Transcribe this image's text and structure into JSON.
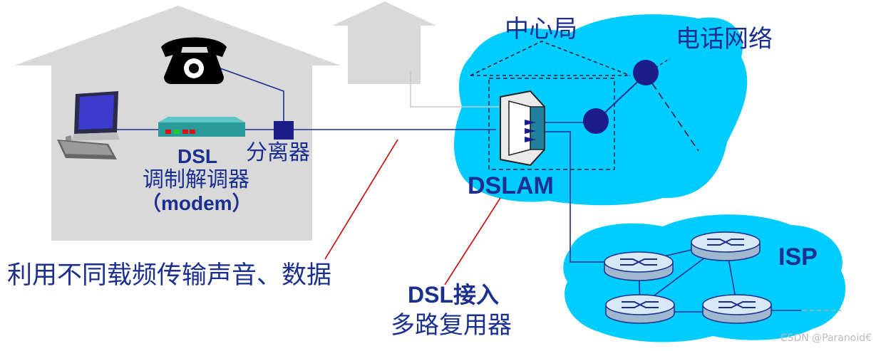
{
  "labels": {
    "central_office": "中心局",
    "telephone_network": "电话网络",
    "dsl": "DSL",
    "modem_cn": "调制解调器",
    "modem_en": "（modem）",
    "splitter": "分离器",
    "dslam": "DSLAM",
    "isp": "ISP",
    "caption_left": "利用不同载频传输声音、数据",
    "dslam_desc_1": "DSL接入",
    "dslam_desc_2": "多路复用器"
  },
  "watermark": "CSDN @Paranoid€",
  "colors": {
    "network_cloud": "#00ccff",
    "isp_cloud": "#00ccff",
    "house": "#d9d9d9",
    "modem": "#2a9a9a",
    "node": "#1d1d8a",
    "wire": "#1a2f8f",
    "pointer_line": "#cc0000",
    "text": "#1a2f8f"
  }
}
